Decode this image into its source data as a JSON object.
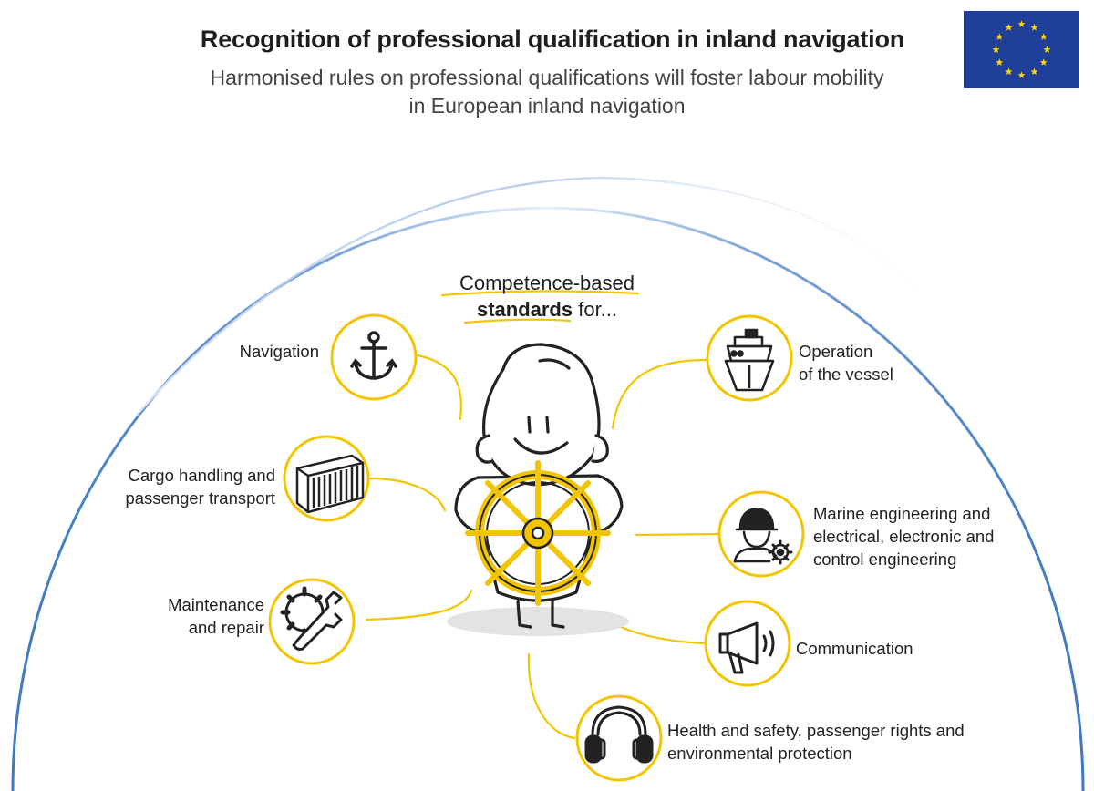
{
  "header": {
    "title": "Recognition of professional qualification in inland navigation",
    "subtitle_line1": "Harmonised rules on professional qualifications will foster labour mobility",
    "subtitle_line2": "in European inland navigation"
  },
  "center": {
    "line1": "Competence-based",
    "line2_bold": "standards",
    "line2_rest": " for..."
  },
  "competences": {
    "navigation": {
      "label": "Navigation",
      "icon": "anchor-icon"
    },
    "operation": {
      "label_line1": "Operation",
      "label_line2": "of the vessel",
      "icon": "ship-icon"
    },
    "cargo": {
      "label_line1": "Cargo handling and",
      "label_line2": "passenger transport",
      "icon": "container-icon"
    },
    "marine": {
      "label_line1": "Marine engineering and",
      "label_line2": "electrical, electronic and",
      "label_line3": "control engineering",
      "icon": "engineer-icon"
    },
    "maintenance": {
      "label_line1": "Maintenance",
      "label_line2": "and repair",
      "icon": "wrench-gear-icon"
    },
    "communication": {
      "label": "Communication",
      "icon": "megaphone-icon"
    },
    "health": {
      "label_line1": "Health and safety, passenger rights and",
      "label_line2": "environmental protection",
      "icon": "ear-protection-icon"
    }
  },
  "colors": {
    "accent_yellow": "#f2c500",
    "arc_blue": "#3f78c0",
    "eu_blue": "#1f3f9a",
    "eu_star": "#ffd800",
    "ink": "#222222"
  }
}
